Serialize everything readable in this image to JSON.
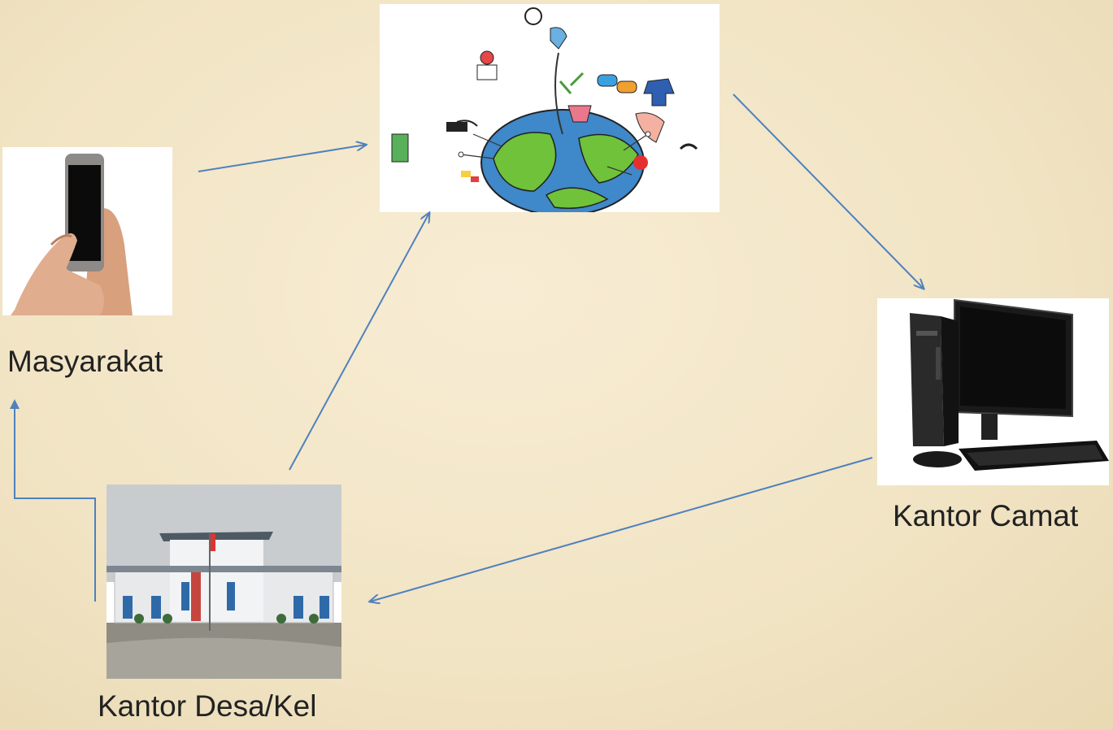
{
  "nodes": {
    "masyarakat": {
      "label": "Masyarakat"
    },
    "kantor_camat": {
      "label": "Kantor Camat"
    },
    "kantor_desa": {
      "label": "Kantor Desa/Kel"
    }
  },
  "colors": {
    "arrow": "#4f81bd",
    "background": "#f1e4c4"
  }
}
